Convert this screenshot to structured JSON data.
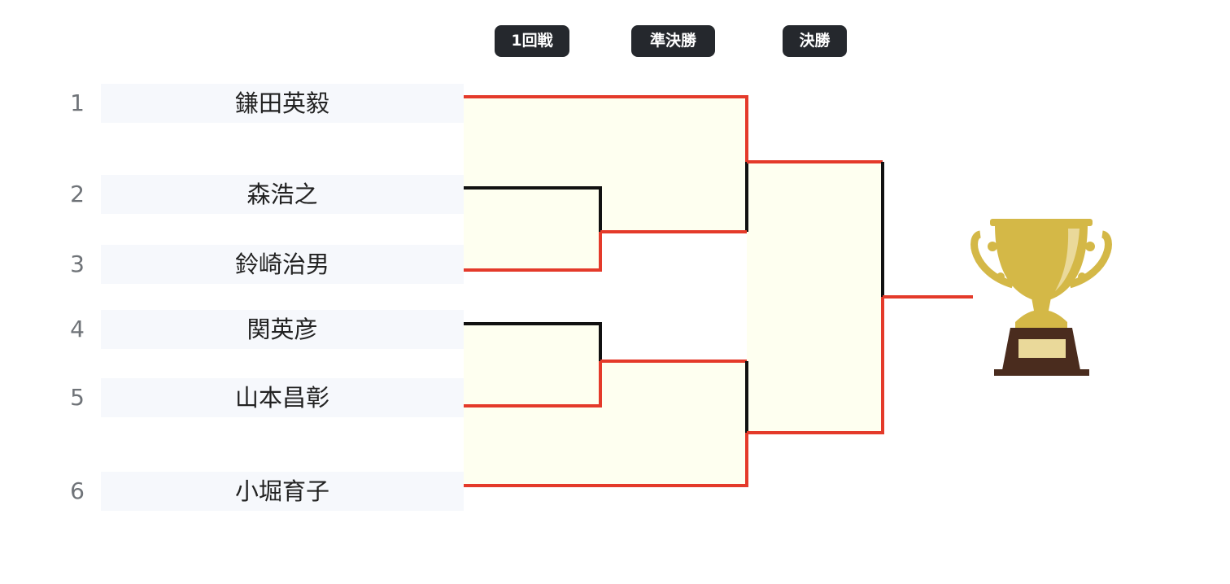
{
  "rounds": [
    {
      "label": "1回戦"
    },
    {
      "label": "準決勝"
    },
    {
      "label": "決勝"
    }
  ],
  "players": [
    {
      "seed": "1",
      "name": "鎌田英毅"
    },
    {
      "seed": "2",
      "name": "森浩之"
    },
    {
      "seed": "3",
      "name": "鈴崎治男"
    },
    {
      "seed": "4",
      "name": "関英彦"
    },
    {
      "seed": "5",
      "name": "山本昌彰"
    },
    {
      "seed": "6",
      "name": "小堀育子"
    }
  ],
  "colors": {
    "winner_line": "#e43a2a",
    "loser_line": "#111111",
    "match_fill": "#fefff0",
    "trophy_gold": "#d4b847",
    "trophy_base": "#4a2c1e",
    "plate": "#ead99a"
  },
  "icon": "trophy-icon"
}
